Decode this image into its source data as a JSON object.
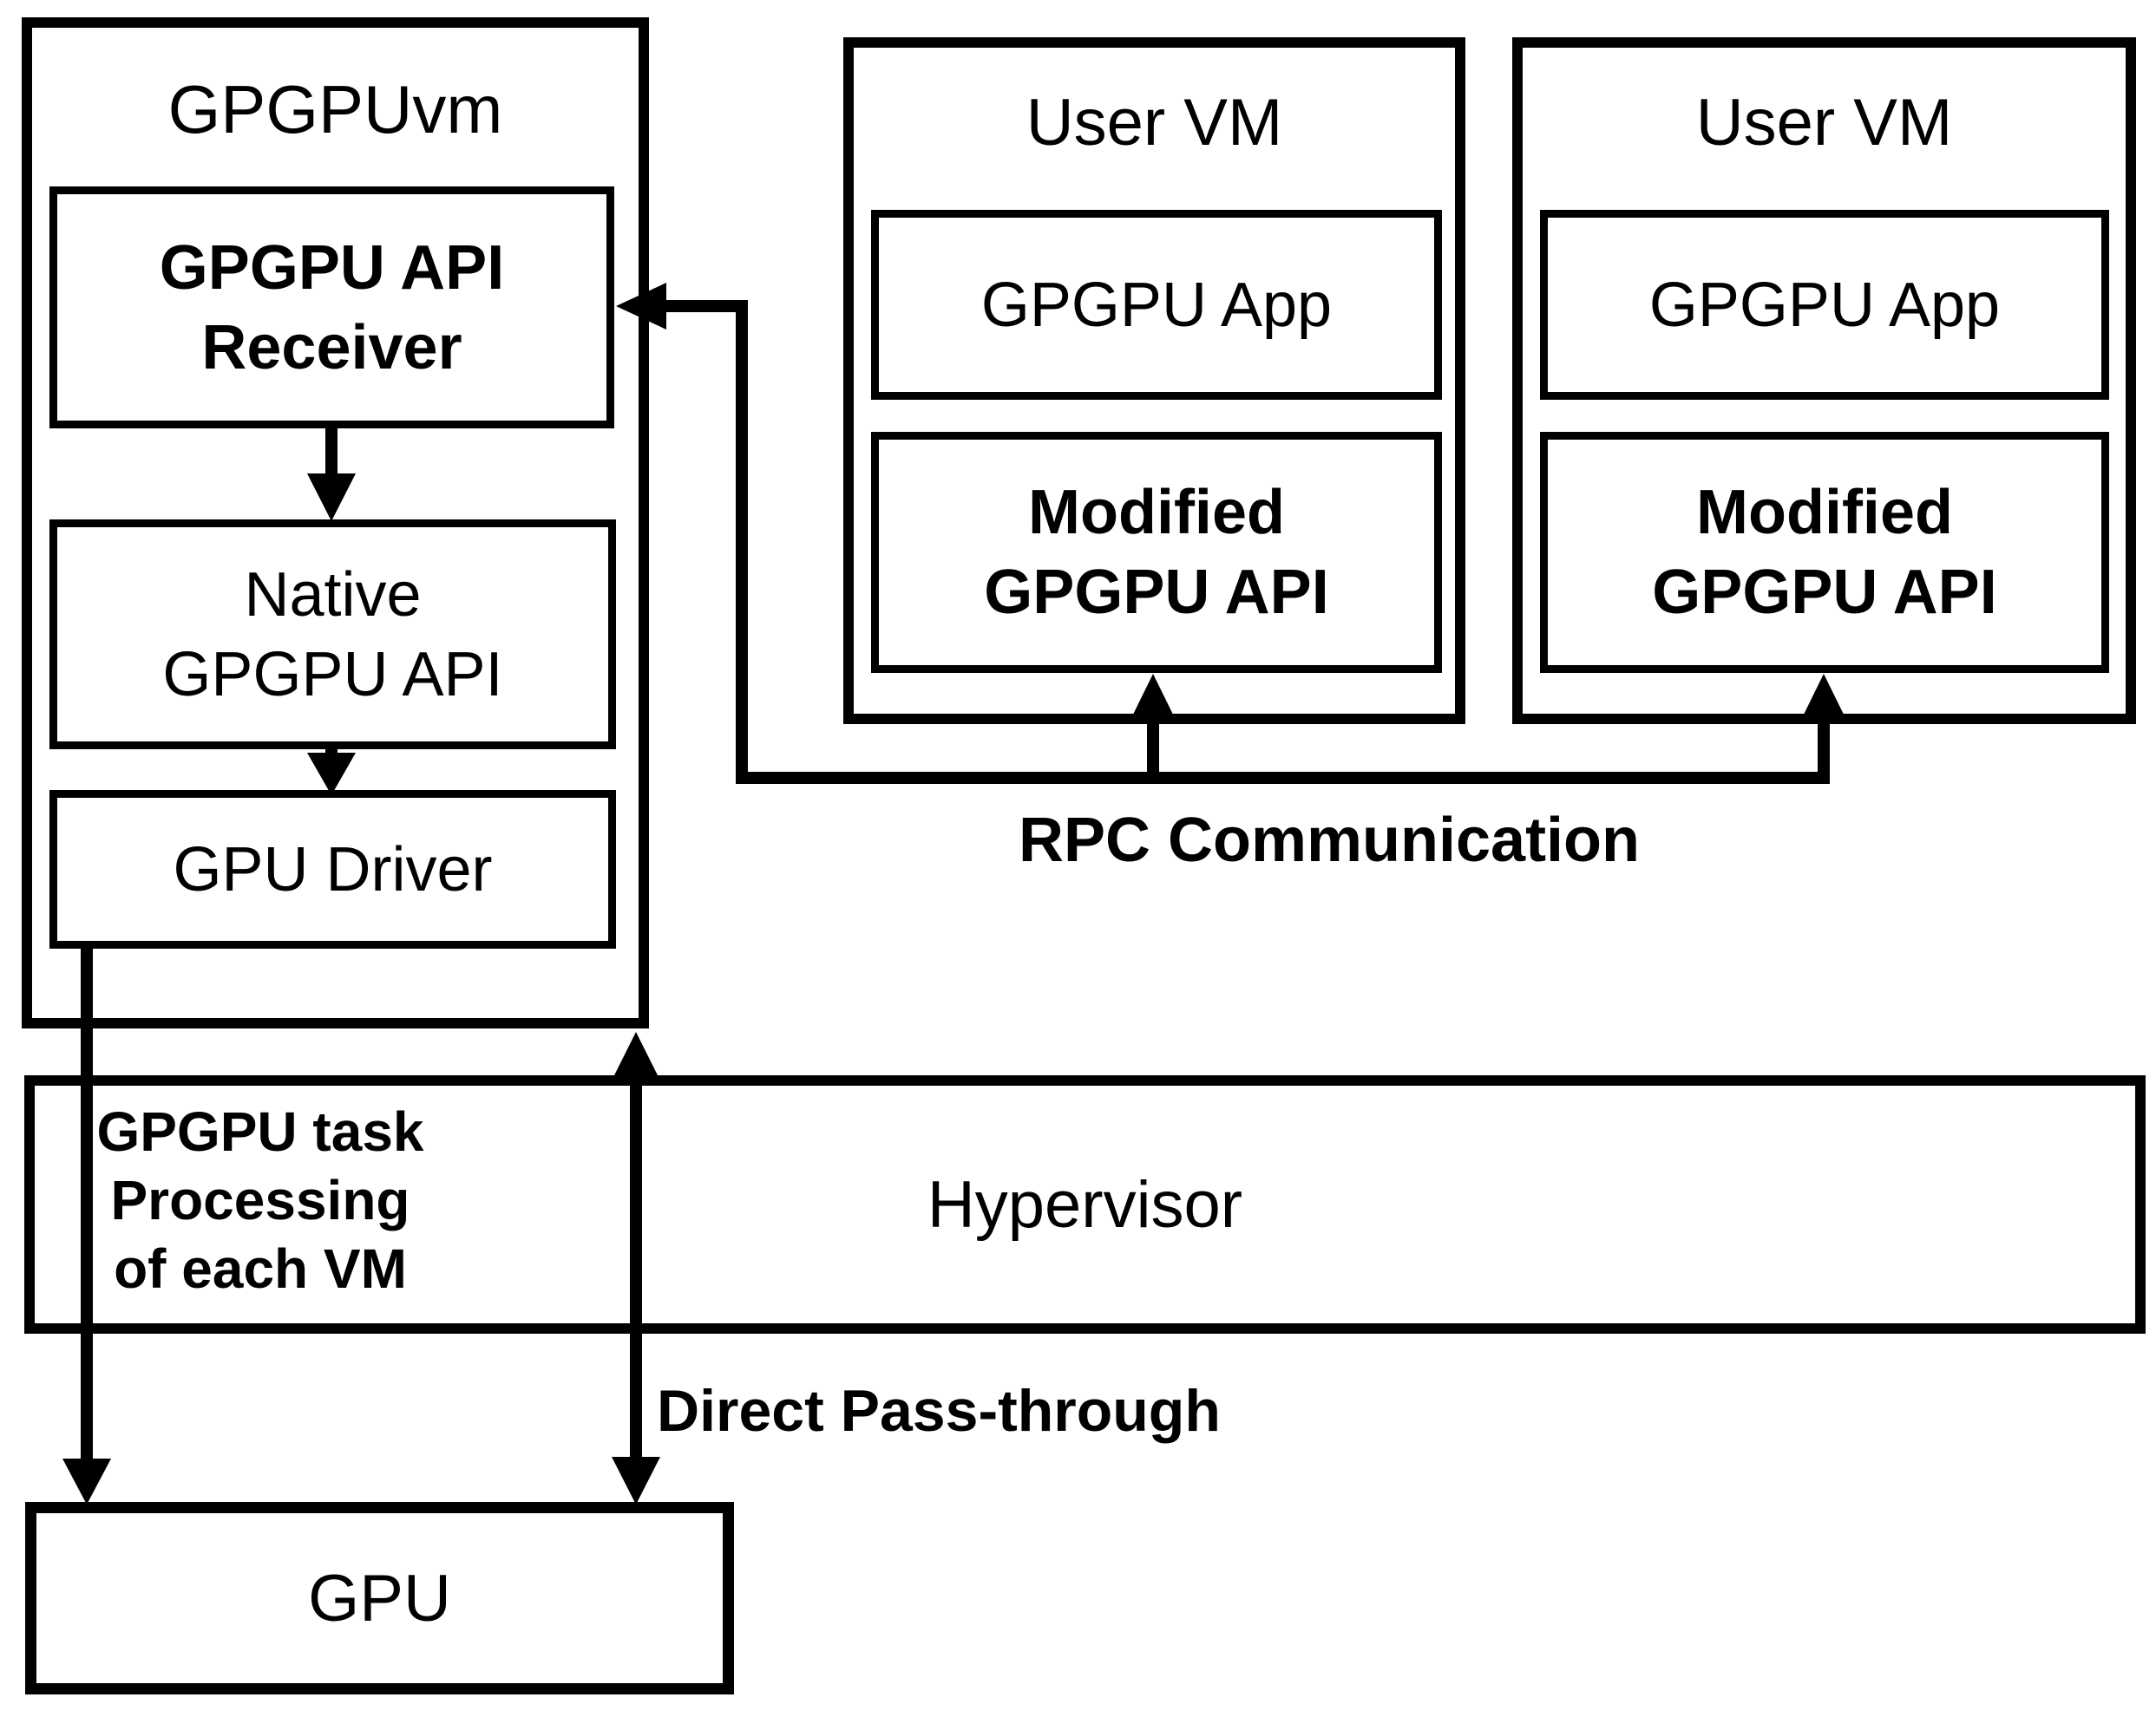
{
  "colors": {
    "ink": "#000000",
    "background": "#ffffff"
  },
  "gpgpuvm": {
    "title": "GPGPUvm",
    "receiver": {
      "line1": "GPGPU API",
      "line2": "Receiver"
    },
    "native": {
      "line1": "Native",
      "line2": "GPGPU API"
    },
    "driver": {
      "label": "GPU Driver"
    }
  },
  "user_vms": [
    {
      "title": "User VM",
      "app": "GPGPU App",
      "api_line1": "Modified",
      "api_line2": "GPGPU API"
    },
    {
      "title": "User VM",
      "app": "GPGPU App",
      "api_line1": "Modified",
      "api_line2": "GPGPU API"
    }
  ],
  "hypervisor": {
    "title": "Hypervisor"
  },
  "gpu": {
    "title": "GPU"
  },
  "labels": {
    "rpc": "RPC Communication",
    "task_line1": "GPGPU task",
    "task_line2": "Processing",
    "task_line3": "of each VM",
    "passthrough": "Direct Pass-through"
  }
}
